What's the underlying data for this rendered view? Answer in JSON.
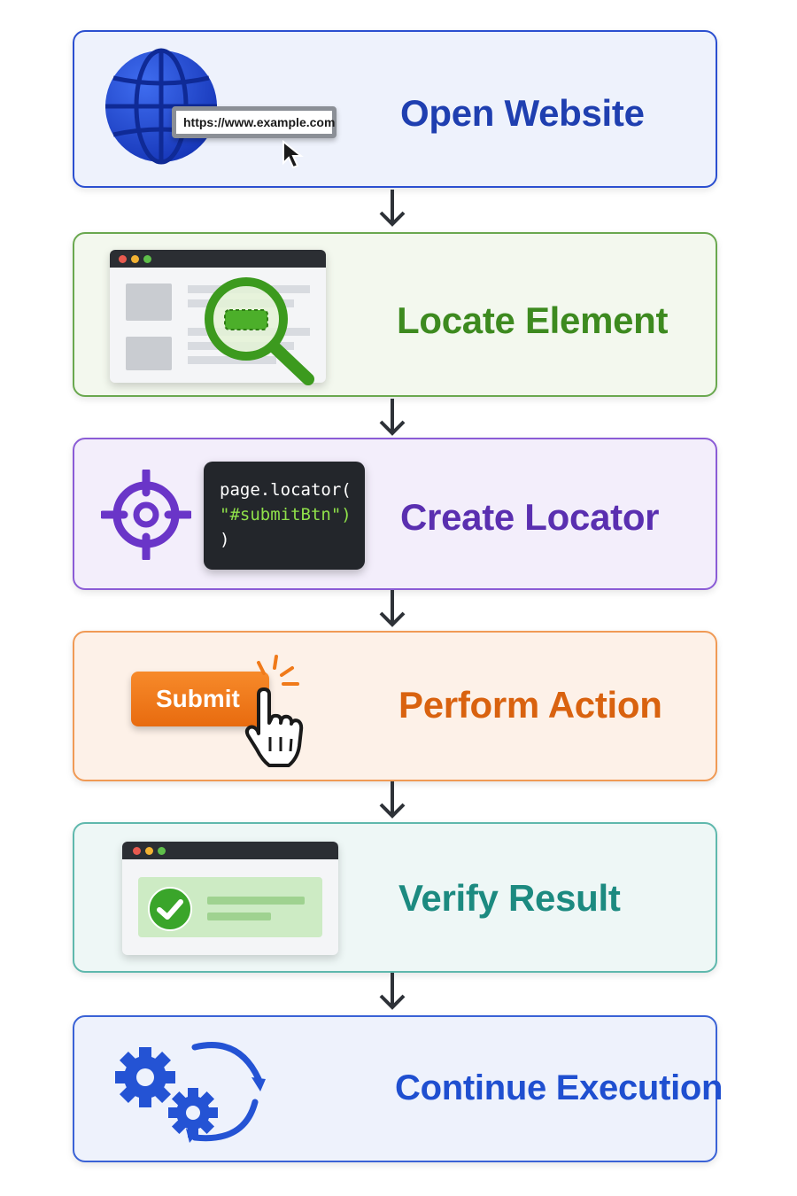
{
  "steps": [
    {
      "title": "Open Website",
      "url_text": "https://www.example.com",
      "icons": [
        "globe-icon",
        "url-bar-icon",
        "cursor-arrow-icon"
      ],
      "color": "#1f3fb0",
      "bg": "#eef2fc",
      "border": "#2b4fd0"
    },
    {
      "title": "Locate Element",
      "icons": [
        "browser-window-icon",
        "magnifier-icon"
      ],
      "color": "#3d8a1f",
      "bg": "#f3f8ee",
      "border": "#6aa84f"
    },
    {
      "title": "Create Locator",
      "code_lines": [
        "page.locator(",
        "\"#submitBtn\")",
        ")"
      ],
      "icons": [
        "crosshair-target-icon",
        "code-snippet-icon"
      ],
      "color": "#5a2fb0",
      "bg": "#f3eefb",
      "border": "#8b5cd6"
    },
    {
      "title": "Perform Action",
      "button_label": "Submit",
      "icons": [
        "submit-button-icon",
        "hand-pointer-icon",
        "click-burst-icon"
      ],
      "color": "#d9620f",
      "bg": "#fdf1e8",
      "border": "#f09a55"
    },
    {
      "title": "Verify Result",
      "icons": [
        "browser-window-icon",
        "checkmark-circle-icon"
      ],
      "color": "#1c8a80",
      "bg": "#eef7f6",
      "border": "#5fb8ad"
    },
    {
      "title": "Continue Execution",
      "icons": [
        "gears-icon",
        "cycle-arrows-icon"
      ],
      "color": "#1f4fd0",
      "bg": "#eef2fc",
      "border": "#3a62d6"
    }
  ],
  "arrow_color": "#2e3238"
}
